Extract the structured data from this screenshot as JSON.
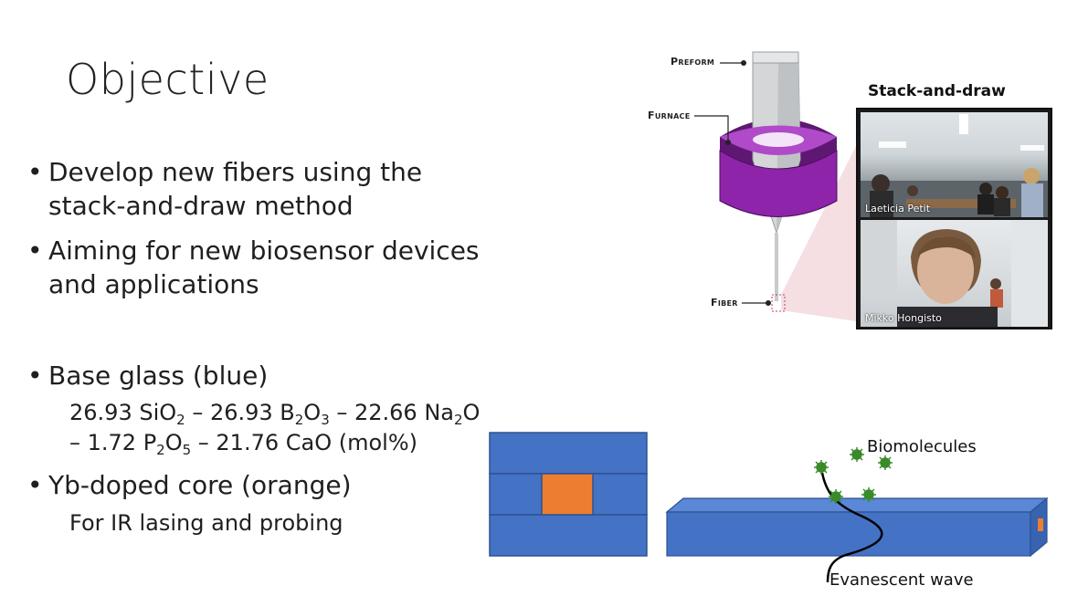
{
  "slide": {
    "title": "Objective",
    "bullets": [
      {
        "line1": "Develop new fibers using the",
        "line2": "stack-and-draw method"
      },
      {
        "line1": "Aiming for new biosensor devices",
        "line2": "and applications"
      },
      {
        "line1": "Base glass (blue)"
      },
      {
        "line1": "Yb-doped core (orange)"
      }
    ],
    "bullet_glyph": "•",
    "composition": {
      "r1": {
        "a": "26.93 SiO",
        "a2": "2",
        "b": " – 26.93 B",
        "b2": "2",
        "c": "O",
        "c3": "3",
        "d": " – 22.66 Na",
        "d2": "2",
        "e": "O"
      },
      "r2": {
        "a": "– 1.72 P",
        "a2": "2",
        "b": "O",
        "b5": "5",
        "c": " – 21.76 CaO (mol%)"
      }
    },
    "yb_sub": "For IR lasing and probing"
  },
  "diagram": {
    "preform_label": "Preform",
    "furnace_label": "Furnace",
    "fiber_label": "Fiber",
    "stack_title": "Stack-and-draw",
    "participants": [
      "Laeticia Petit",
      "Mikko Hongisto"
    ],
    "biomolecules_label": "Biomolecules",
    "evanescent_label": "Evanescent wave",
    "colors": {
      "glass_blue": "#4472c4",
      "core_orange": "#ed7d31",
      "furnace_purple": "#7b1fa2",
      "marker_green": "#3a8a2a"
    }
  }
}
